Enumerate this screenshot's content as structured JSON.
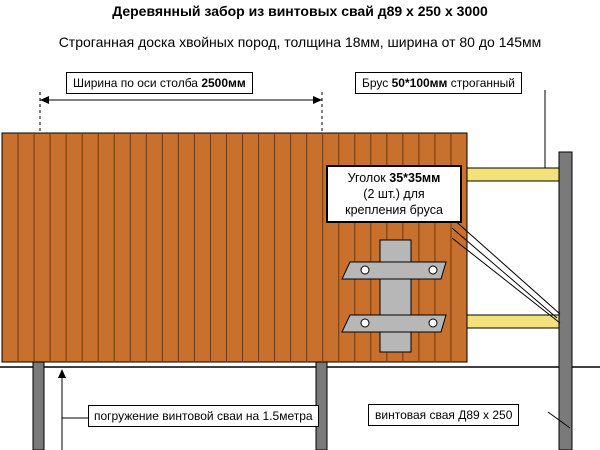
{
  "title": "Деревянный забор из винтовых свай д89 х 250 х 3000",
  "subtitle": "Строганная доска хвойных пород, толщина 18мм,  ширина от 80 до 145мм",
  "labels": {
    "width_prefix": "Ширина по оси столба ",
    "width_value": "2500мм",
    "brus_prefix": "Брус ",
    "brus_value": "50*100мм",
    "brus_suffix": " строганный",
    "angle_prefix": "Уголок ",
    "angle_value": "35*35мм",
    "angle_line2": "(2 шт.) для",
    "angle_line3": "крепления бруса",
    "depth": "погружение винтовой сваи на 1.5метра",
    "pile": "винтовая свая Д89 х 250"
  },
  "colors": {
    "wood": "#c8702d",
    "wood_line": "#6e3a12",
    "brus": "#f3e27a",
    "post": "#7a7a7a",
    "bracket": "#b7b7b7"
  }
}
